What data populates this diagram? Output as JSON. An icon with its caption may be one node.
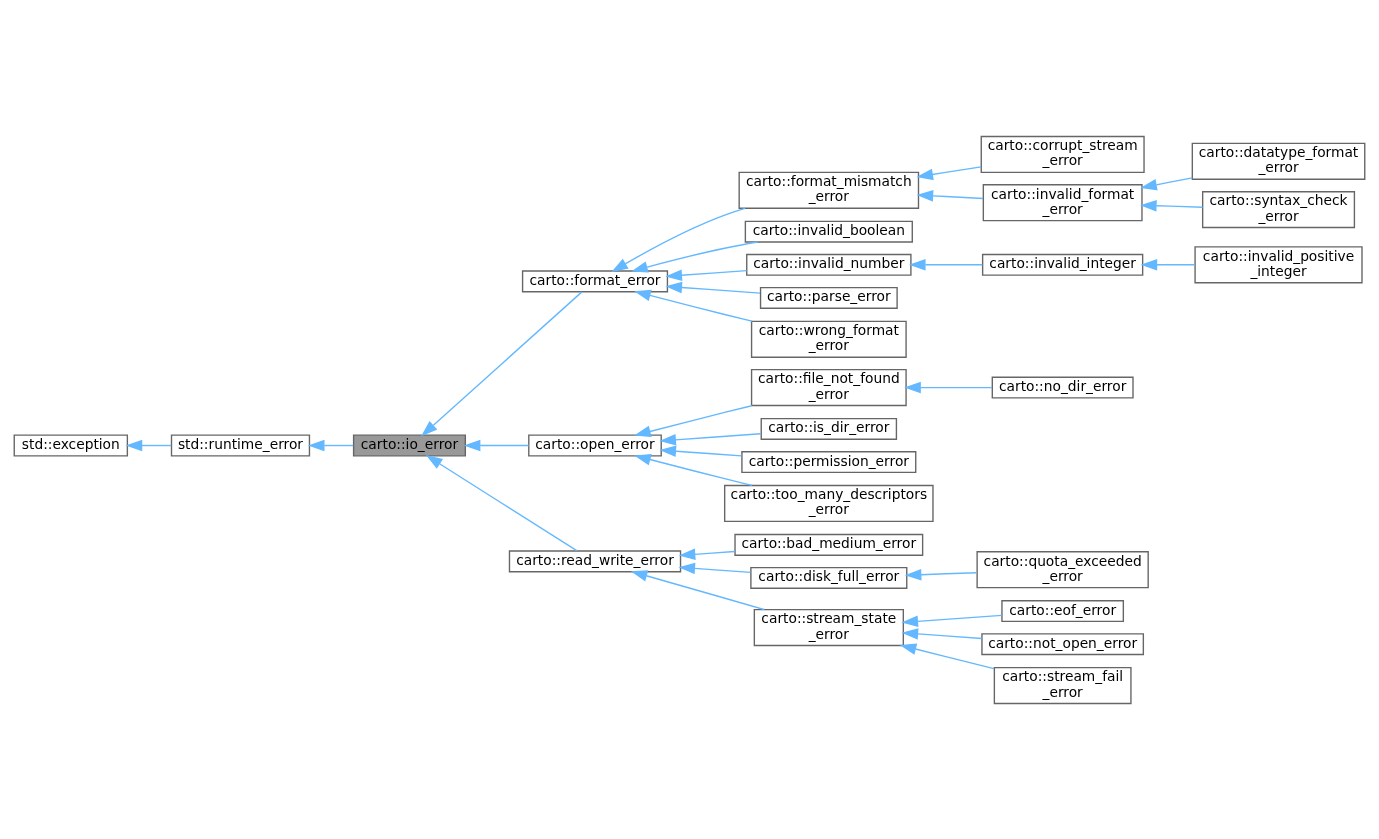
{
  "diagram": {
    "nodes": [
      {
        "text": [
          "std::exception"
        ]
      },
      {
        "text": [
          "std::runtime_error"
        ]
      },
      {
        "text": [
          "carto::io_error"
        ]
      },
      {
        "text": [
          "carto::format_error"
        ]
      },
      {
        "text": [
          "carto::open_error"
        ]
      },
      {
        "text": [
          "carto::read_write_error"
        ]
      },
      {
        "text": [
          "carto::format_mismatch _error"
        ]
      },
      {
        "text": [
          "carto::invalid_boolean"
        ]
      },
      {
        "text": [
          "carto::invalid_number"
        ]
      },
      {
        "text": [
          "carto::parse_error"
        ]
      },
      {
        "text": [
          "carto::wrong_format _error"
        ]
      },
      {
        "text": [
          "carto::corrupt_stream _error"
        ]
      },
      {
        "text": [
          "carto::invalid_format _error"
        ]
      },
      {
        "text": [
          "carto::datatype_format _error"
        ]
      },
      {
        "text": [
          "carto::syntax_check _error"
        ]
      },
      {
        "text": [
          "carto::invalid_integer"
        ]
      },
      {
        "text": [
          "carto::invalid_positive _integer"
        ]
      },
      {
        "text": [
          "carto::file_not_found _error"
        ]
      },
      {
        "text": [
          "carto::is_dir_error"
        ]
      },
      {
        "text": [
          "carto::permission_error"
        ]
      },
      {
        "text": [
          "carto::too_many_descriptors _error"
        ]
      },
      {
        "text": [
          "carto::no_dir_error"
        ]
      },
      {
        "text": [
          "carto::bad_medium_error"
        ]
      },
      {
        "text": [
          "carto::disk_full_error"
        ]
      },
      {
        "text": [
          "carto::stream_state _error"
        ]
      },
      {
        "text": [
          "carto::quota_exceeded _error"
        ]
      },
      {
        "text": [
          "carto::eof_error"
        ]
      },
      {
        "text": [
          "carto::not_open_error"
        ]
      },
      {
        "text": [
          "carto::stream_fail _error"
        ]
      }
    ],
    "edges": [
      {
        "from": 1,
        "to": 0,
        "arrow": "to"
      },
      {
        "from": 2,
        "to": 1,
        "arrow": "to"
      },
      {
        "from": 3,
        "to": 2,
        "arrow": "to"
      },
      {
        "from": 4,
        "to": 2,
        "arrow": "to"
      },
      {
        "from": 5,
        "to": 2,
        "arrow": "to"
      },
      {
        "from": 6,
        "to": 3,
        "arrow": "to"
      },
      {
        "from": 7,
        "to": 3,
        "arrow": "to"
      },
      {
        "from": 8,
        "to": 3,
        "arrow": "to"
      },
      {
        "from": 9,
        "to": 3,
        "arrow": "to"
      },
      {
        "from": 10,
        "to": 3,
        "arrow": "to"
      },
      {
        "from": 11,
        "to": 6,
        "arrow": "to"
      },
      {
        "from": 12,
        "to": 6,
        "arrow": "to"
      },
      {
        "from": 13,
        "to": 12,
        "arrow": "to"
      },
      {
        "from": 14,
        "to": 12,
        "arrow": "to"
      },
      {
        "from": 15,
        "to": 8,
        "arrow": "to"
      },
      {
        "from": 16,
        "to": 15,
        "arrow": "to"
      },
      {
        "from": 17,
        "to": 4,
        "arrow": "to"
      },
      {
        "from": 18,
        "to": 4,
        "arrow": "to"
      },
      {
        "from": 19,
        "to": 4,
        "arrow": "to"
      },
      {
        "from": 20,
        "to": 4,
        "arrow": "to"
      },
      {
        "from": 21,
        "to": 17,
        "arrow": "to"
      },
      {
        "from": 22,
        "to": 5,
        "arrow": "to"
      },
      {
        "from": 23,
        "to": 5,
        "arrow": "to"
      },
      {
        "from": 24,
        "to": 5,
        "arrow": "to"
      },
      {
        "from": 25,
        "to": 23,
        "arrow": "to"
      },
      {
        "from": 26,
        "to": 24,
        "arrow": "to"
      },
      {
        "from": 27,
        "to": 24,
        "arrow": "to"
      },
      {
        "from": 28,
        "to": 24,
        "arrow": "to"
      }
    ]
  }
}
